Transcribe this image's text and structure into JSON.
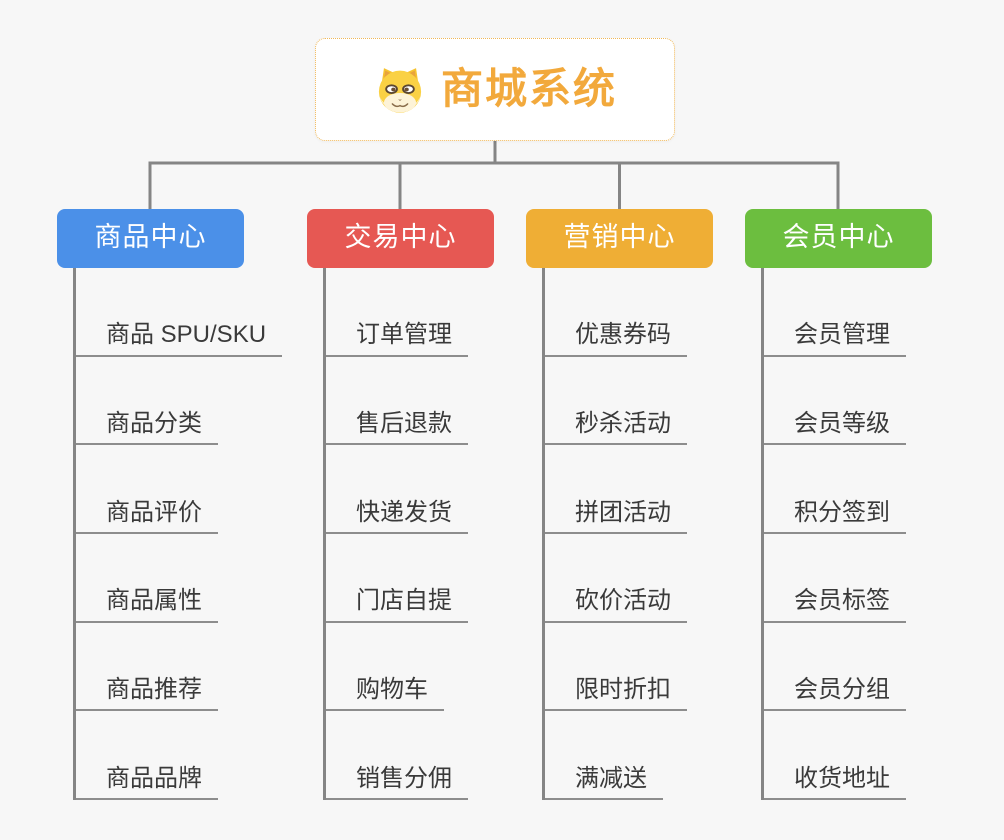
{
  "diagram": {
    "background": "#f7f7f7",
    "connector_color": "#858585",
    "underline_color": "#8d8d8d"
  },
  "root": {
    "title": "商城系统",
    "icon": "dog-face-icon",
    "text_color": "#f2a93c",
    "border_color": "#f0b858",
    "background": "#ffffff"
  },
  "branches": [
    {
      "label": "商品中心",
      "color": "#4b90e8",
      "items": [
        "商品 SPU/SKU",
        "商品分类",
        "商品评价",
        "商品属性",
        "商品推荐",
        "商品品牌"
      ]
    },
    {
      "label": "交易中心",
      "color": "#e65853",
      "items": [
        "订单管理",
        "售后退款",
        "快递发货",
        "门店自提",
        "购物车",
        "销售分佣"
      ]
    },
    {
      "label": "营销中心",
      "color": "#efae35",
      "items": [
        "优惠券码",
        "秒杀活动",
        "拼团活动",
        "砍价活动",
        "限时折扣",
        "满减送"
      ]
    },
    {
      "label": "会员中心",
      "color": "#6cbe3f",
      "items": [
        "会员管理",
        "会员等级",
        "积分签到",
        "会员标签",
        "会员分组",
        "收货地址"
      ]
    }
  ]
}
